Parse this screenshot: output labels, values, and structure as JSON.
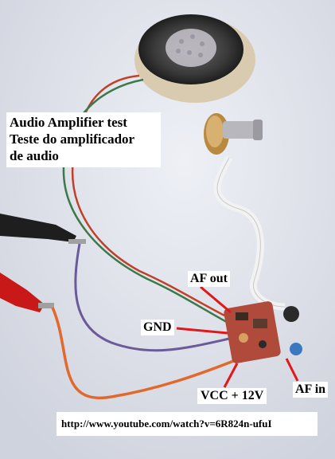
{
  "title_lines": [
    "Audio Amplifier test",
    "Teste do amplificador",
    "de audio"
  ],
  "callouts": {
    "af_out": "AF out",
    "gnd": "GND",
    "vcc": "VCC + 12V",
    "af_in": "AF in"
  },
  "url": "http://www.youtube.com/watch?v=6R824n-ufuI",
  "colors": {
    "background": "#dfe2ea",
    "pointer": "#e01818",
    "wire_red": "#c04028",
    "wire_green": "#3a7a48",
    "wire_purple": "#6a5a98",
    "wire_orange": "#e2682e",
    "ribbon": "#f0f0f0",
    "pcb": "#b04a3a"
  }
}
